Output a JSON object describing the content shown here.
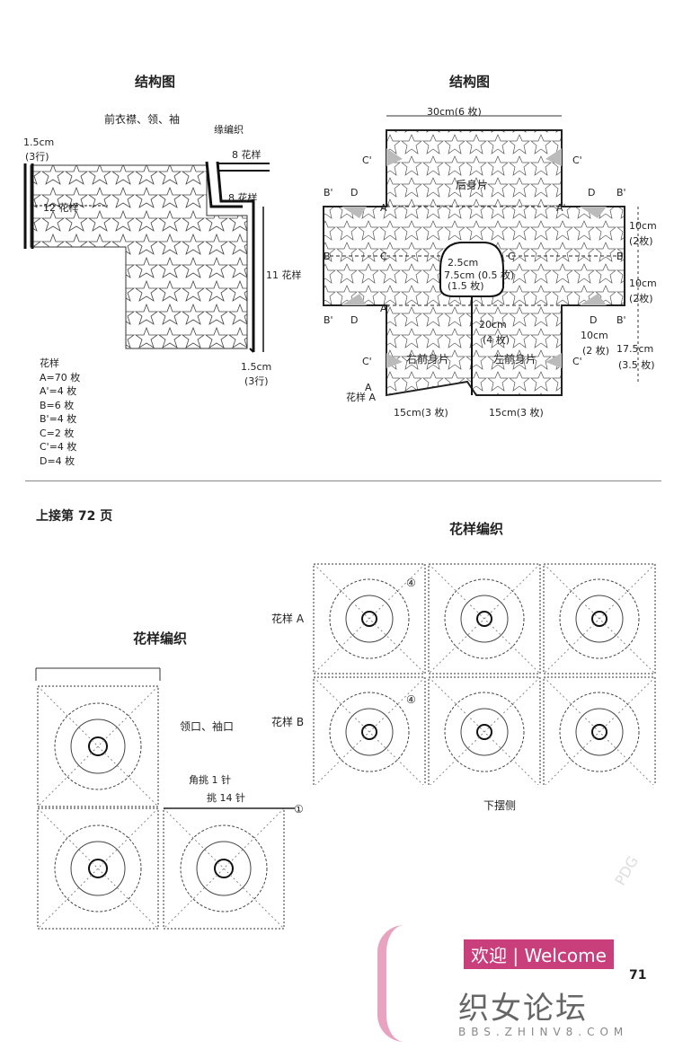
{
  "top_left": {
    "title": "结构图",
    "subtitle": "前衣襟、领、袖",
    "edge_label": "缘编织",
    "labels": {
      "left_width": "1.5cm",
      "left_rows": "(3行)",
      "left_count": "12 花样",
      "top_count": "8 花样",
      "mid_count": "8 花样",
      "right_count": "11 花样",
      "bottom_width": "1.5cm",
      "bottom_rows": "(3行)"
    },
    "motif_counts": [
      "花样",
      "A=70 枚",
      "A'=4 枚",
      "B=6 枚",
      "B'=4 枚",
      "C=2 枚",
      "C'=4 枚",
      "D=4 枚"
    ]
  },
  "top_right": {
    "title": "结构图",
    "width_top": "30cm(6 枚)",
    "back": "后身片",
    "right_front": "右前身片",
    "left_front": "左前身片",
    "neck": [
      "2.5cm",
      "7.5cm (0.5 枚)",
      "(1.5 枚)"
    ],
    "center_len": [
      "20cm",
      "(4 枚)"
    ],
    "right_dims": [
      "10cm",
      "(2枚)",
      "10cm",
      "(2枚)",
      "10cm",
      "(2 枚)",
      "17.5cm",
      "(3.5 枚)"
    ],
    "bottom_dims": [
      "15cm(3 枚)",
      "15cm(3 枚)"
    ],
    "motif_a": "花样 A",
    "letters": {
      "A": "A",
      "Ap": "A'",
      "B": "B",
      "Bp": "B'",
      "C": "C",
      "Cp": "C'",
      "D": "D"
    }
  },
  "continue": "上接第 72 页",
  "pattern_left": {
    "title": "花样编织",
    "collar": "领口、袖口",
    "corner": "角挑 1 针",
    "pick": "挑 14 针",
    "start": "①"
  },
  "pattern_right": {
    "title": "花样编织",
    "row_a": "花样 A",
    "row_b": "花样 B",
    "circle": "④",
    "hem": "下摆侧"
  },
  "page_number": "71",
  "watermark": {
    "welcome": "欢迎 | Welcome",
    "forum": "织女论坛",
    "url": "BBS.ZHINV8.COM",
    "pdg": "PDG"
  }
}
